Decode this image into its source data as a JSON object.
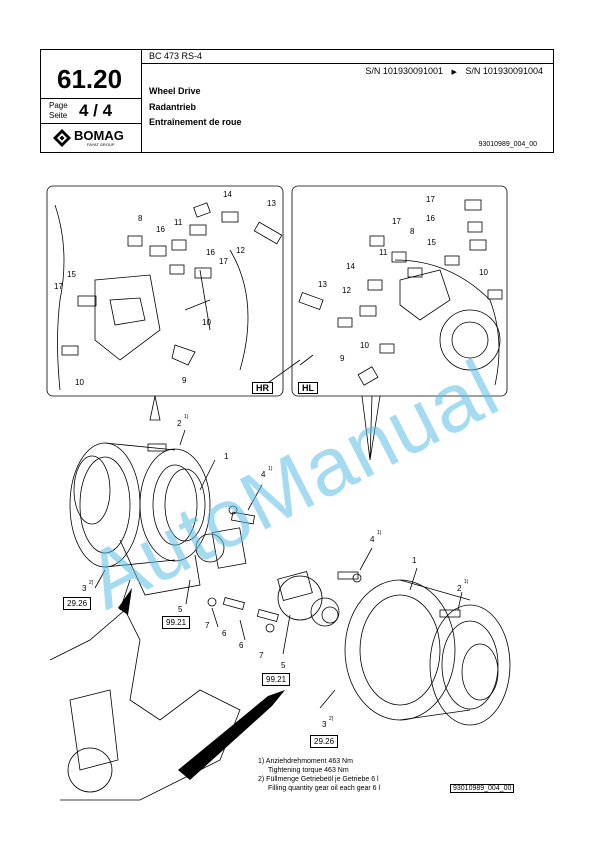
{
  "header": {
    "section_number": "61.20",
    "page_label_de": "Page",
    "page_label_en": "Seite",
    "page": "4 / 4",
    "logo_text": "BOMAG",
    "logo_sub": "FAYAT GROUP",
    "model": "BC 473 RS-4",
    "serial_from": "S/N 101930091001",
    "serial_arrow": "▶",
    "serial_to": "S/N 101930091004",
    "title_en": "Wheel Drive",
    "title_de": "Radantrieb",
    "title_fr": "Entraînement de roue",
    "doc_ref": "93010989_004_00"
  },
  "detail_left": {
    "tag": "HR",
    "labels": [
      "14",
      "13",
      "8",
      "11",
      "16",
      "12",
      "16",
      "17",
      "15",
      "17",
      "10",
      "9",
      "10"
    ]
  },
  "detail_right": {
    "tag": "HL",
    "labels": [
      "17",
      "16",
      "17",
      "8",
      "15",
      "11",
      "14",
      "13",
      "12",
      "10",
      "10",
      "9"
    ]
  },
  "main_labels": {
    "left_assembly": {
      "l1": "1",
      "l2": "2",
      "l2_sup": "1)",
      "l3": "3",
      "l3_sup": "2)",
      "l4": "4",
      "l4_sup": "1)",
      "l5": "5",
      "l6": "6",
      "l7": "7"
    },
    "right_assembly": {
      "l1": "1",
      "l2": "2",
      "l2_sup": "1)",
      "l3": "3",
      "l3_sup": "2)",
      "l4": "4",
      "l4_sup": "1)",
      "l5": "5",
      "l6": "6",
      "l7": "7"
    }
  },
  "ref_boxes": {
    "left_top": "29.26",
    "left_motor": "99.21",
    "right_motor": "99.21",
    "right_bottom": "29.26"
  },
  "notes": {
    "n1_de": "1)  Anziehdrehmoment 463 Nm",
    "n1_en": "Tightening torque 463 Nm",
    "n2_de": "2)  Füllmenge Getriebeöl je Getriebe 6 l",
    "n2_en": "Filling quantity gear oil each gear 6 l"
  },
  "footer_ref": "93010989_004_00",
  "watermark": "AutoManual",
  "colors": {
    "watermark": "#5abee6",
    "line": "#000000"
  }
}
